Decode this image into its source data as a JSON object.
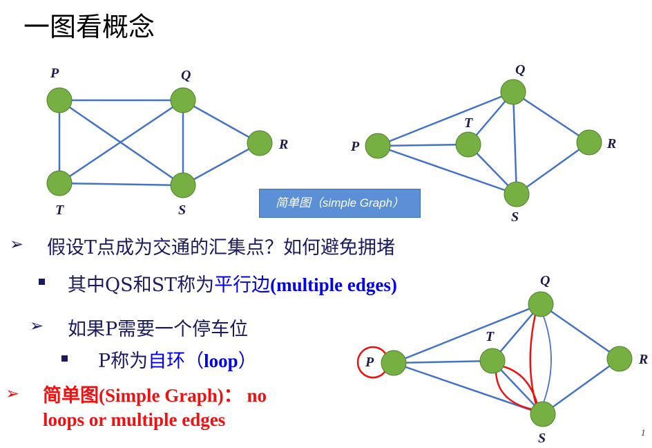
{
  "title": "一图看概念",
  "graph_labels": {
    "P": "P",
    "Q": "Q",
    "R": "R",
    "S": "S",
    "T": "T"
  },
  "simple_box": "简单图（simple Graph）",
  "bullets": {
    "b1": "假设T点成为交通的汇集点？如何避免拥堵",
    "b2_a": "其中QS和ST称为",
    "b2_b": "平行边",
    "b2_c": "(multiple edges)",
    "b3": "如果P需要一个停车位",
    "b4_a": "P称为",
    "b4_b": "自环（",
    "b4_c": "loop",
    "b4_d": "）",
    "b5_line1": "简单图(Simple Graph)：  no",
    "b5_line2": "loops or multiple edges"
  },
  "page_number": "1",
  "colors": {
    "node": "#76b043",
    "edge": "#4472c4",
    "red": "#ee1111",
    "box": "#5b8fd6"
  }
}
